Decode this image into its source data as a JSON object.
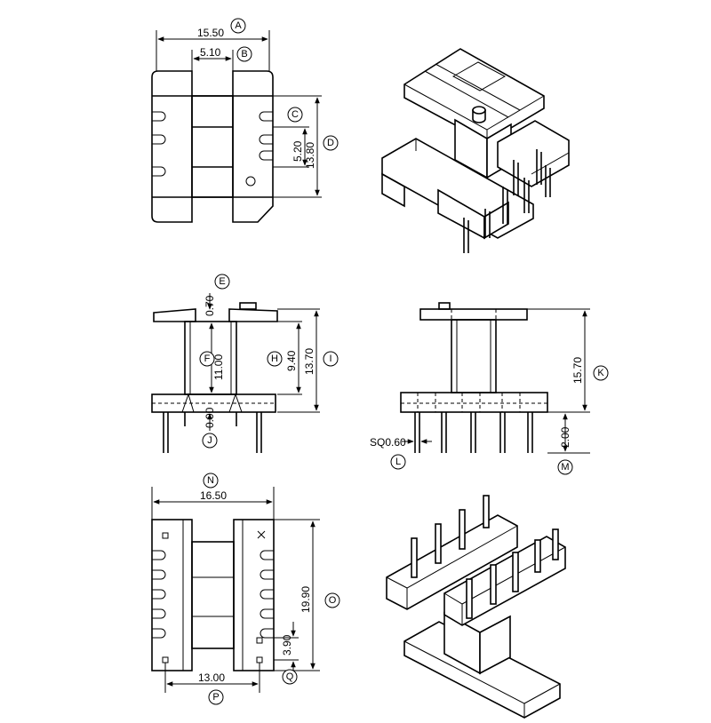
{
  "labels": {
    "A": "A",
    "B": "B",
    "C": "C",
    "D": "D",
    "E": "E",
    "F": "F",
    "H": "H",
    "I": "I",
    "J": "J",
    "K": "K",
    "L": "L",
    "M": "M",
    "N": "N",
    "O": "O",
    "P": "P",
    "Q": "Q"
  },
  "dimensions": {
    "A": "15.50",
    "B": "5.10",
    "C": "5.20",
    "D": "13.80",
    "E": "0.70",
    "F": "11.00",
    "H": "9.40",
    "I": "13.70",
    "J": "0.90",
    "K": "15.70",
    "L": "SQ0.60",
    "M": "2.00",
    "N": "16.50",
    "O": "19.90",
    "P": "13.00",
    "Q": "3.90"
  }
}
